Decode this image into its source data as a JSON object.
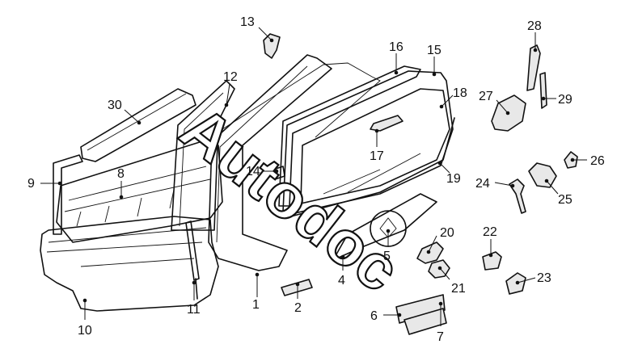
{
  "watermark": "Autodoc",
  "callouts": [
    {
      "id": "c1",
      "label": "1"
    },
    {
      "id": "c2",
      "label": "2"
    },
    {
      "id": "c4",
      "label": "4"
    },
    {
      "id": "c5",
      "label": "5"
    },
    {
      "id": "c6",
      "label": "6"
    },
    {
      "id": "c7",
      "label": "7"
    },
    {
      "id": "c8",
      "label": "8"
    },
    {
      "id": "c9",
      "label": "9"
    },
    {
      "id": "c10",
      "label": "10"
    },
    {
      "id": "c11",
      "label": "11"
    },
    {
      "id": "c12",
      "label": "12"
    },
    {
      "id": "c13",
      "label": "13"
    },
    {
      "id": "c14",
      "label": "14"
    },
    {
      "id": "c15",
      "label": "15"
    },
    {
      "id": "c16",
      "label": "16"
    },
    {
      "id": "c17",
      "label": "17"
    },
    {
      "id": "c18",
      "label": "18"
    },
    {
      "id": "c19",
      "label": "19"
    },
    {
      "id": "c20",
      "label": "20"
    },
    {
      "id": "c21",
      "label": "21"
    },
    {
      "id": "c22",
      "label": "22"
    },
    {
      "id": "c23",
      "label": "23"
    },
    {
      "id": "c24",
      "label": "24"
    },
    {
      "id": "c25",
      "label": "25"
    },
    {
      "id": "c26",
      "label": "26"
    },
    {
      "id": "c27",
      "label": "27"
    },
    {
      "id": "c28",
      "label": "28"
    },
    {
      "id": "c29",
      "label": "29"
    },
    {
      "id": "c30",
      "label": "30"
    }
  ]
}
